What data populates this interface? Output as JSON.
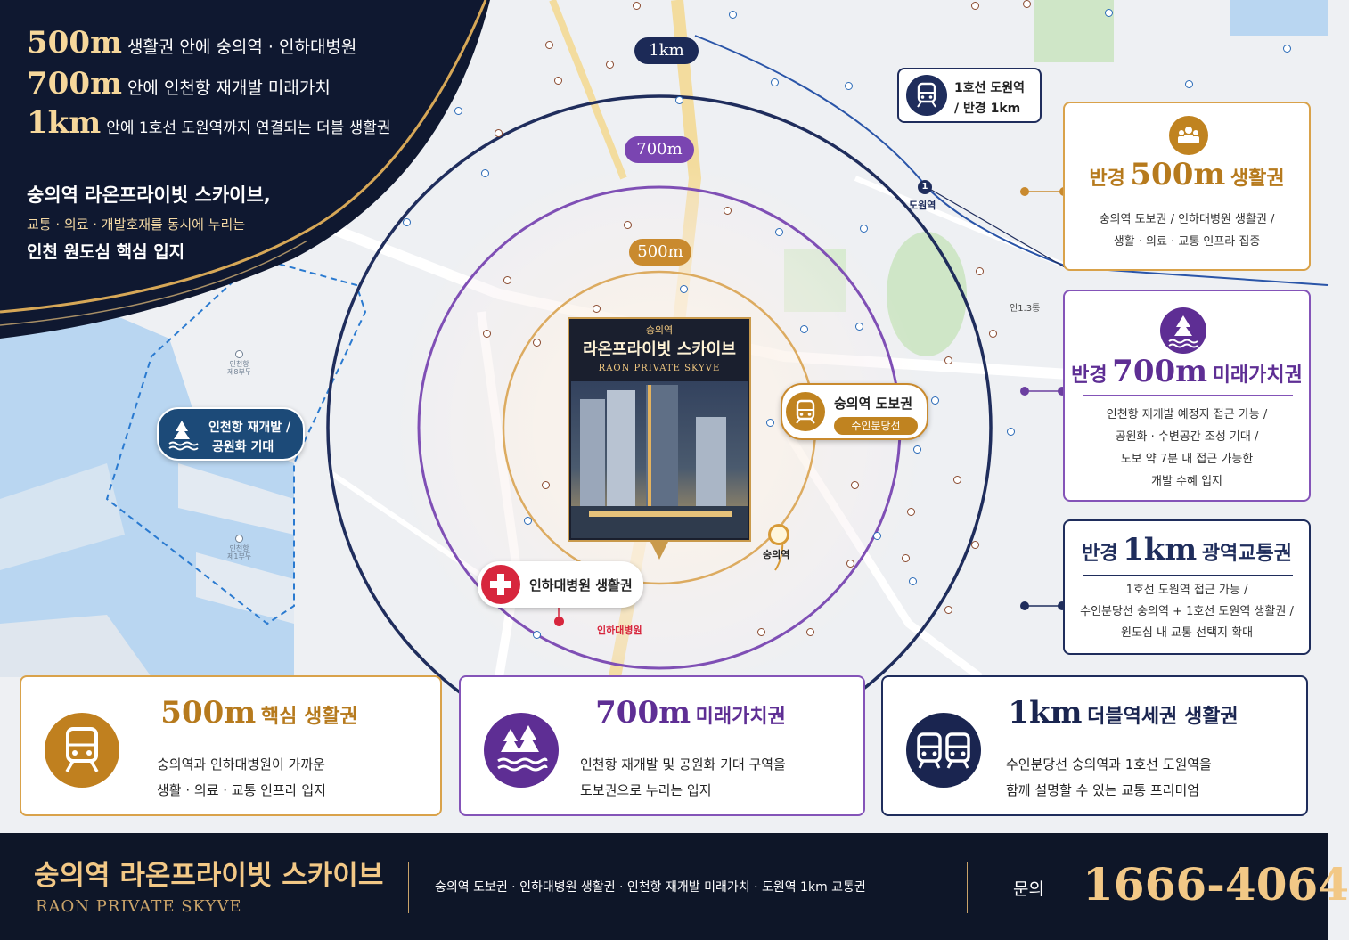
{
  "headline": {
    "lines": [
      {
        "big": "500m",
        "small": "생활권 안에 숭의역 · 인하대병원"
      },
      {
        "big": "700m",
        "small": "안에 인천항 재개발 미래가치"
      },
      {
        "big": "1km",
        "small": "안에 1호선 도원역까지 연결되는 더블 생활권"
      }
    ],
    "sub1": "숭의역 라온프라이빗 스카이브,",
    "sub2": "교통 · 의료 · 개발호재를 동시에 누리는",
    "sub3": "인천 원도심 핵심 입지"
  },
  "rings": {
    "r1km": "1km",
    "r700": "700m",
    "r500": "500m"
  },
  "map_labels": {
    "dowon_callout_line1": "1호선 도원역",
    "dowon_callout_line2": "/ 반경 1km",
    "dowon_station": "도원역",
    "dowon_badge": "1",
    "sungui_station_label": "숭의역 도보권",
    "sungui_line_badge": "수인분당선",
    "sungui_pin": "숭의역",
    "hospital_label": "인하대병원 생활권",
    "hospital_pin": "인하대병원",
    "port_label_line1": "인천항 재개발 /",
    "port_label_line2": "공원화 기대",
    "road_label": "인1.3통",
    "port_pier1_a": "인천항",
    "port_pier1_b": "제8부두",
    "port_pier2_a": "인천항",
    "port_pier2_b": "제1부두",
    "pois": [
      {
        "name": "숭의역",
        "sub": "",
        "c": "blue"
      }
    ]
  },
  "building": {
    "small": "숭의역",
    "name": "라온프라이빗 스카이브",
    "en": "RAON PRIVATE SKYVE"
  },
  "right_cards": [
    {
      "pre": "반경",
      "big": "500m",
      "post": "생활권",
      "desc": [
        "숭의역 도보권 / 인하대병원 생활권 /",
        "생활 · 의료 · 교통 인프라 집중"
      ],
      "color": "#c98a2e"
    },
    {
      "pre": "반경",
      "big": "700m",
      "post": "미래가치권",
      "desc": [
        "인천항 재개발 예정지 접근 가능 /",
        "공원화 · 수변공간 조성 기대 /",
        "도보 약 7분 내 접근 가능한",
        "개발 수혜 입지"
      ],
      "color": "#6b3fa0"
    },
    {
      "pre": "반경",
      "big": "1km",
      "post": "광역교통권",
      "desc": [
        "1호선 도원역 접근 가능 /",
        "수인분당선 숭의역 + 1호선 도원역 생활권 /",
        "원도심 내 교통 선택지 확대"
      ],
      "color": "#1f2d5c"
    }
  ],
  "bottom_cards": [
    {
      "big": "500m",
      "rest": "핵심 생활권",
      "desc": [
        "숭의역과 인하대병원이 가까운",
        "생활 · 의료 · 교통 인프라 입지"
      ],
      "color": "#c0801f"
    },
    {
      "big": "700m",
      "rest": "미래가치권",
      "desc": [
        "인천항 재개발 및 공원화 기대 구역을",
        "도보권으로 누리는 입지"
      ],
      "color": "#5e2e94"
    },
    {
      "big": "1km",
      "rest": "더블역세권 생활권",
      "desc": [
        "수인분당선 숭의역과 1호선 도원역을",
        "함께 설명할 수 있는 교통 프리미엄"
      ],
      "color": "#1a2550"
    }
  ],
  "footer": {
    "name_ko": "숭의역 라온프라이빗 스카이브",
    "name_en": "RAON PRIVATE SKYVE",
    "tagline": "숭의역 도보권 · 인하대병원 생활권 · 인천항 재개발 미래가치 · 도원역 1km 교통권",
    "inquiry": "문의",
    "phone": "1666-4064"
  },
  "colors": {
    "gold": "#c98a2e",
    "purple": "#6b3fa0",
    "navy": "#1f2d5c",
    "hospital": "#d7263d"
  }
}
